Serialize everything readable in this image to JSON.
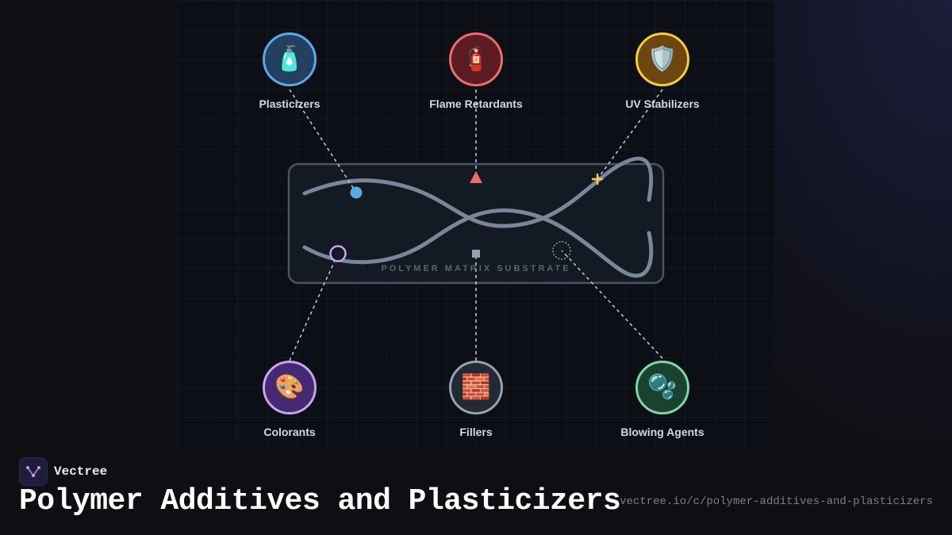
{
  "substrate": {
    "label": "POLYMER MATRIX SUBSTRATE"
  },
  "nodes": {
    "plasticizers": {
      "label": "Plasticizers",
      "icon": "🧴",
      "icon_name": "lotion-bottle-icon",
      "color": "#5aa9e6",
      "fill": "#234061"
    },
    "flame_retardants": {
      "label": "Flame Retardants",
      "icon": "🧯",
      "icon_name": "fire-extinguisher-icon",
      "color": "#ee6b6e",
      "fill": "#5b1c24"
    },
    "uv_stabilizers": {
      "label": "UV Stabilizers",
      "icon": "🛡️",
      "icon_name": "shield-icon",
      "color": "#f2cd3f",
      "fill": "#6d4610"
    },
    "colorants": {
      "label": "Colorants",
      "icon": "🎨",
      "icon_name": "palette-icon",
      "color": "#c9a4ee",
      "fill": "#452a73"
    },
    "fillers": {
      "label": "Fillers",
      "icon": "🧱",
      "icon_name": "brick-icon",
      "color": "#98a2b2",
      "fill": "#222a36"
    },
    "blowing_agents": {
      "label": "Blowing Agents",
      "icon": "🫧",
      "icon_name": "bubbles-icon",
      "color": "#7fd8a0",
      "fill": "#1b4231"
    }
  },
  "footer": {
    "brand": "Vectree",
    "title": "Polymer Additives and Plasticizers",
    "url": "vectree.io/c/polymer-additives-and-plasticizers"
  },
  "colors": {
    "chain": "#7a869a",
    "connector": "#c8ccd4",
    "accent": "#9b6bd8"
  }
}
